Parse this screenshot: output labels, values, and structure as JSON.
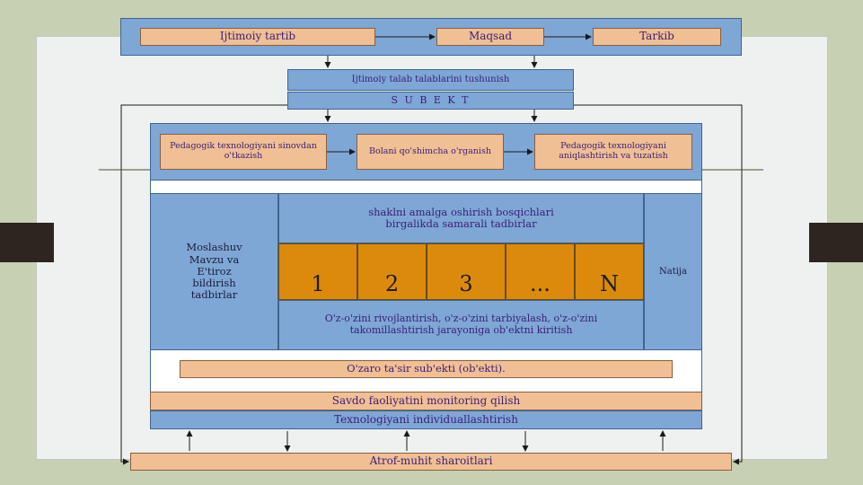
{
  "top_row": {
    "ijtimoiy_tartib": "Ijtimoiy tartib",
    "maqsad": "Maqsad",
    "tarkib": "Tarkib"
  },
  "subject": {
    "need_text": "Ijtimoiy talab talablarini tushunish",
    "subekt": "S U B E K T"
  },
  "process_row": {
    "sinov": "Pedagogik texnologiyani sinovdan o'tkazish",
    "organish": "Bolani qo'shimcha o'rganish",
    "aniqlashtirish": "Pedagogik texnologiyani aniqlashtirish va tuzatish"
  },
  "left_panel": "Moslashuv Mavzu va E'tiroz bildirish tadbirlar",
  "stages_title": "shaklni amalga oshirish bosqichlari birgalikda samarali tadbirlar",
  "stages": [
    "1",
    "2",
    "3",
    "...",
    "N"
  ],
  "stages_caption": "O'z-o'zini rivojlantirish, o'z-o'zini tarbiyalash, o'z-o'zini takomillashtirish jarayoniga ob'ektni kiritish",
  "result": "Natija",
  "interaction": "O'zaro ta'sir sub'ekti (ob'ekti).",
  "monitoring": "Savdo faoliyatini monitoring qilish",
  "individual": "Texnologiyani individuallashtirish",
  "environment": "Atrof-muhit sharoitlari",
  "colors": {
    "blue": "#7ea7d6",
    "orange": "#f0bf94",
    "dark_orange": "#dc8a0b",
    "text_purple": "#3c1d78"
  }
}
